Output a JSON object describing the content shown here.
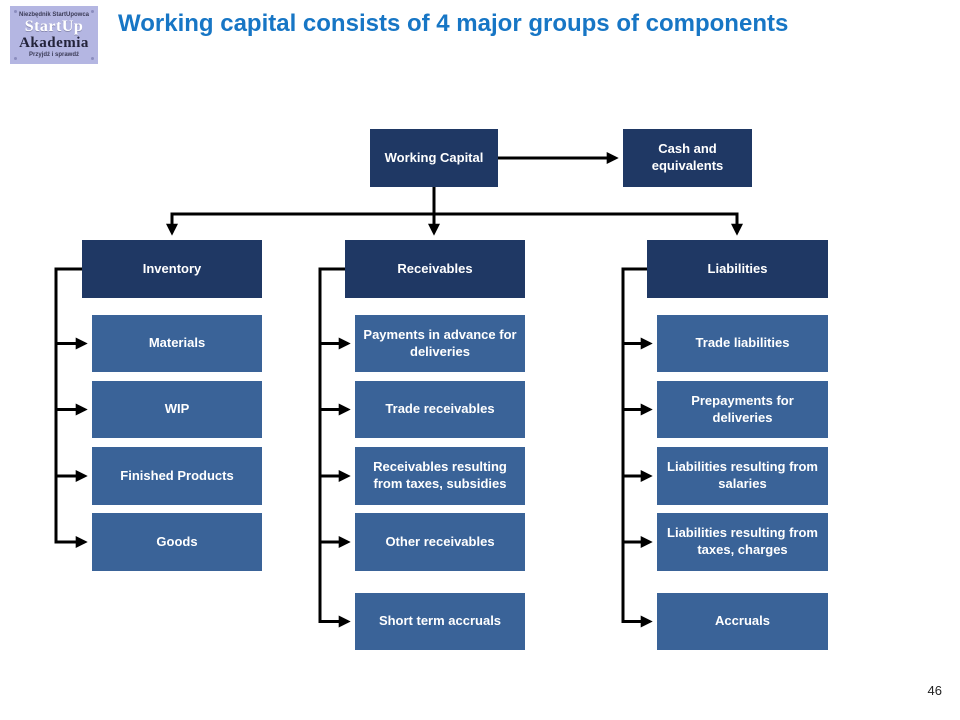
{
  "logo": {
    "tagline_top": "Niezbędnik StartUpowca",
    "name_line1": "StartUp",
    "name_line2": "Akademia",
    "tagline_bottom": "Przyjdź i sprawdź"
  },
  "header": {
    "title": "Working capital consists of 4 major groups of components"
  },
  "footer": {
    "page_number": "46"
  },
  "colors": {
    "title_blue": "#1776C5",
    "dark_navy_box": "#1F3864",
    "medium_blue_box": "#3A6398",
    "logo_background": "#B4B6E2",
    "connector_black": "#000000"
  },
  "diagram": {
    "root": {
      "label": "Working Capital"
    },
    "side": {
      "label": "Cash and equivalents"
    },
    "groups": [
      {
        "label": "Inventory",
        "children": [
          "Materials",
          "WIP",
          "Finished Products",
          "Goods"
        ]
      },
      {
        "label": "Receivables",
        "children": [
          "Payments in advance for deliveries",
          "Trade receivables",
          "Receivables resulting from taxes, subsidies",
          "Other receivables",
          "Short term accruals"
        ]
      },
      {
        "label": "Liabilities",
        "children": [
          "Trade liabilities",
          "Prepayments for deliveries",
          "Liabilities resulting from salaries",
          "Liabilities resulting from taxes, charges",
          "Accruals"
        ]
      }
    ]
  }
}
